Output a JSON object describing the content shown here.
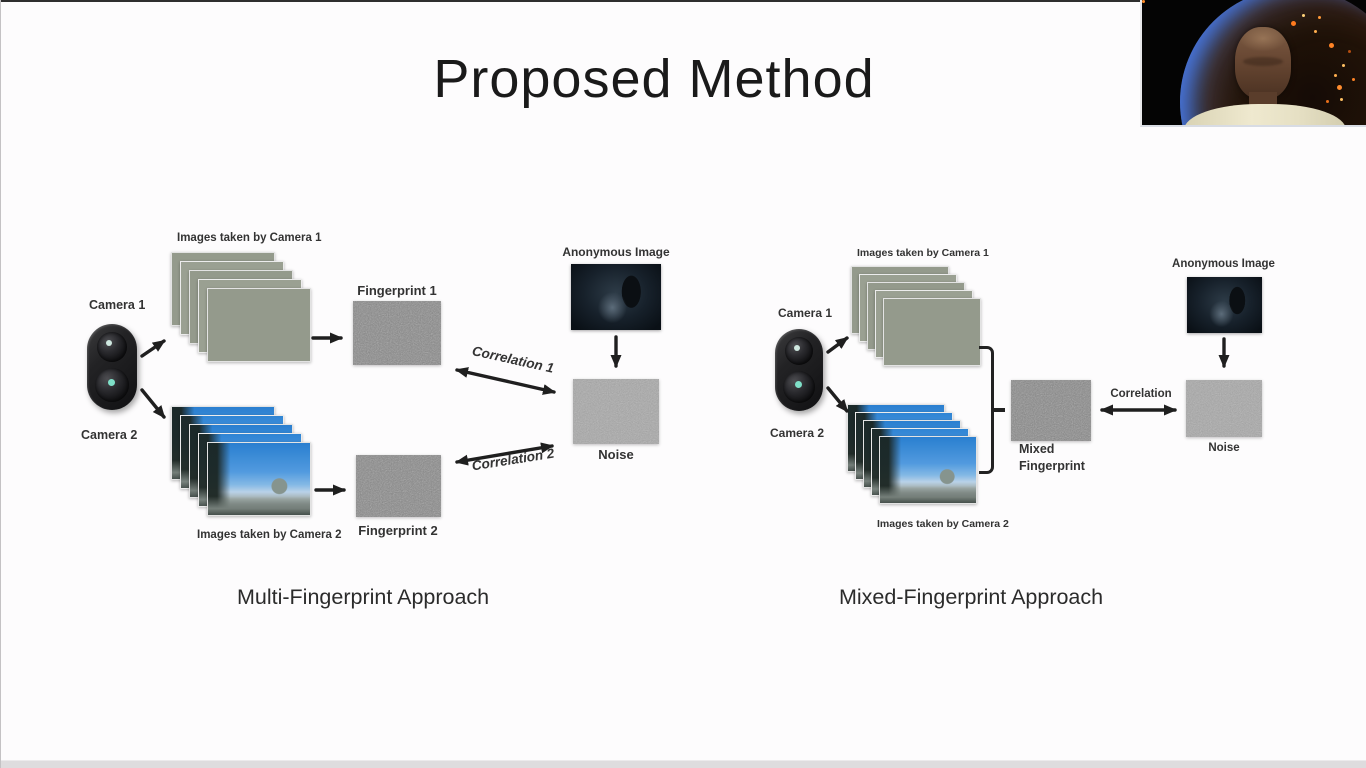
{
  "slide": {
    "title": "Proposed Method",
    "captions": {
      "left": "Multi-Fingerprint Approach",
      "right": "Mixed-Fingerprint Approach"
    }
  },
  "multi": {
    "images_cam1_label": "Images taken by Camera 1",
    "images_cam2_label": "Images taken by Camera 2",
    "camera1_label": "Camera 1",
    "camera2_label": "Camera 2",
    "fingerprint1_label": "Fingerprint 1",
    "fingerprint2_label": "Fingerprint 2",
    "correlation1_label": "Correlation 1",
    "correlation2_label": "Correlation 2",
    "anonymous_label": "Anonymous Image",
    "noise_label": "Noise"
  },
  "mixed": {
    "images_cam1_label": "Images taken by Camera 1",
    "images_cam2_label": "Images taken by Camera 2",
    "camera1_label": "Camera 1",
    "camera2_label": "Camera 2",
    "fp_label_line1": "Mixed",
    "fp_label_line2": "Fingerprint",
    "correlation_label": "Correlation",
    "anonymous_label": "Anonymous Image",
    "noise_label": "Noise"
  },
  "icons": {
    "camera_device": "dual-lens-camera-icon",
    "group_bracket": "square-bracket",
    "flow_arrows": "black-flow-arrows",
    "presenter_video": "webcam-feed-with-earth-background"
  },
  "colors": {
    "arrow": "#1f1f1f",
    "label_text": "#333333",
    "fingerprint_gray": "#878787",
    "noise_gray": "#a8a8a8",
    "slide_background": "#fdfcfd",
    "webcam_background": "#040404",
    "earth_rim_blue": "#4876e2",
    "city_lights_orange": "#ff8c28"
  }
}
